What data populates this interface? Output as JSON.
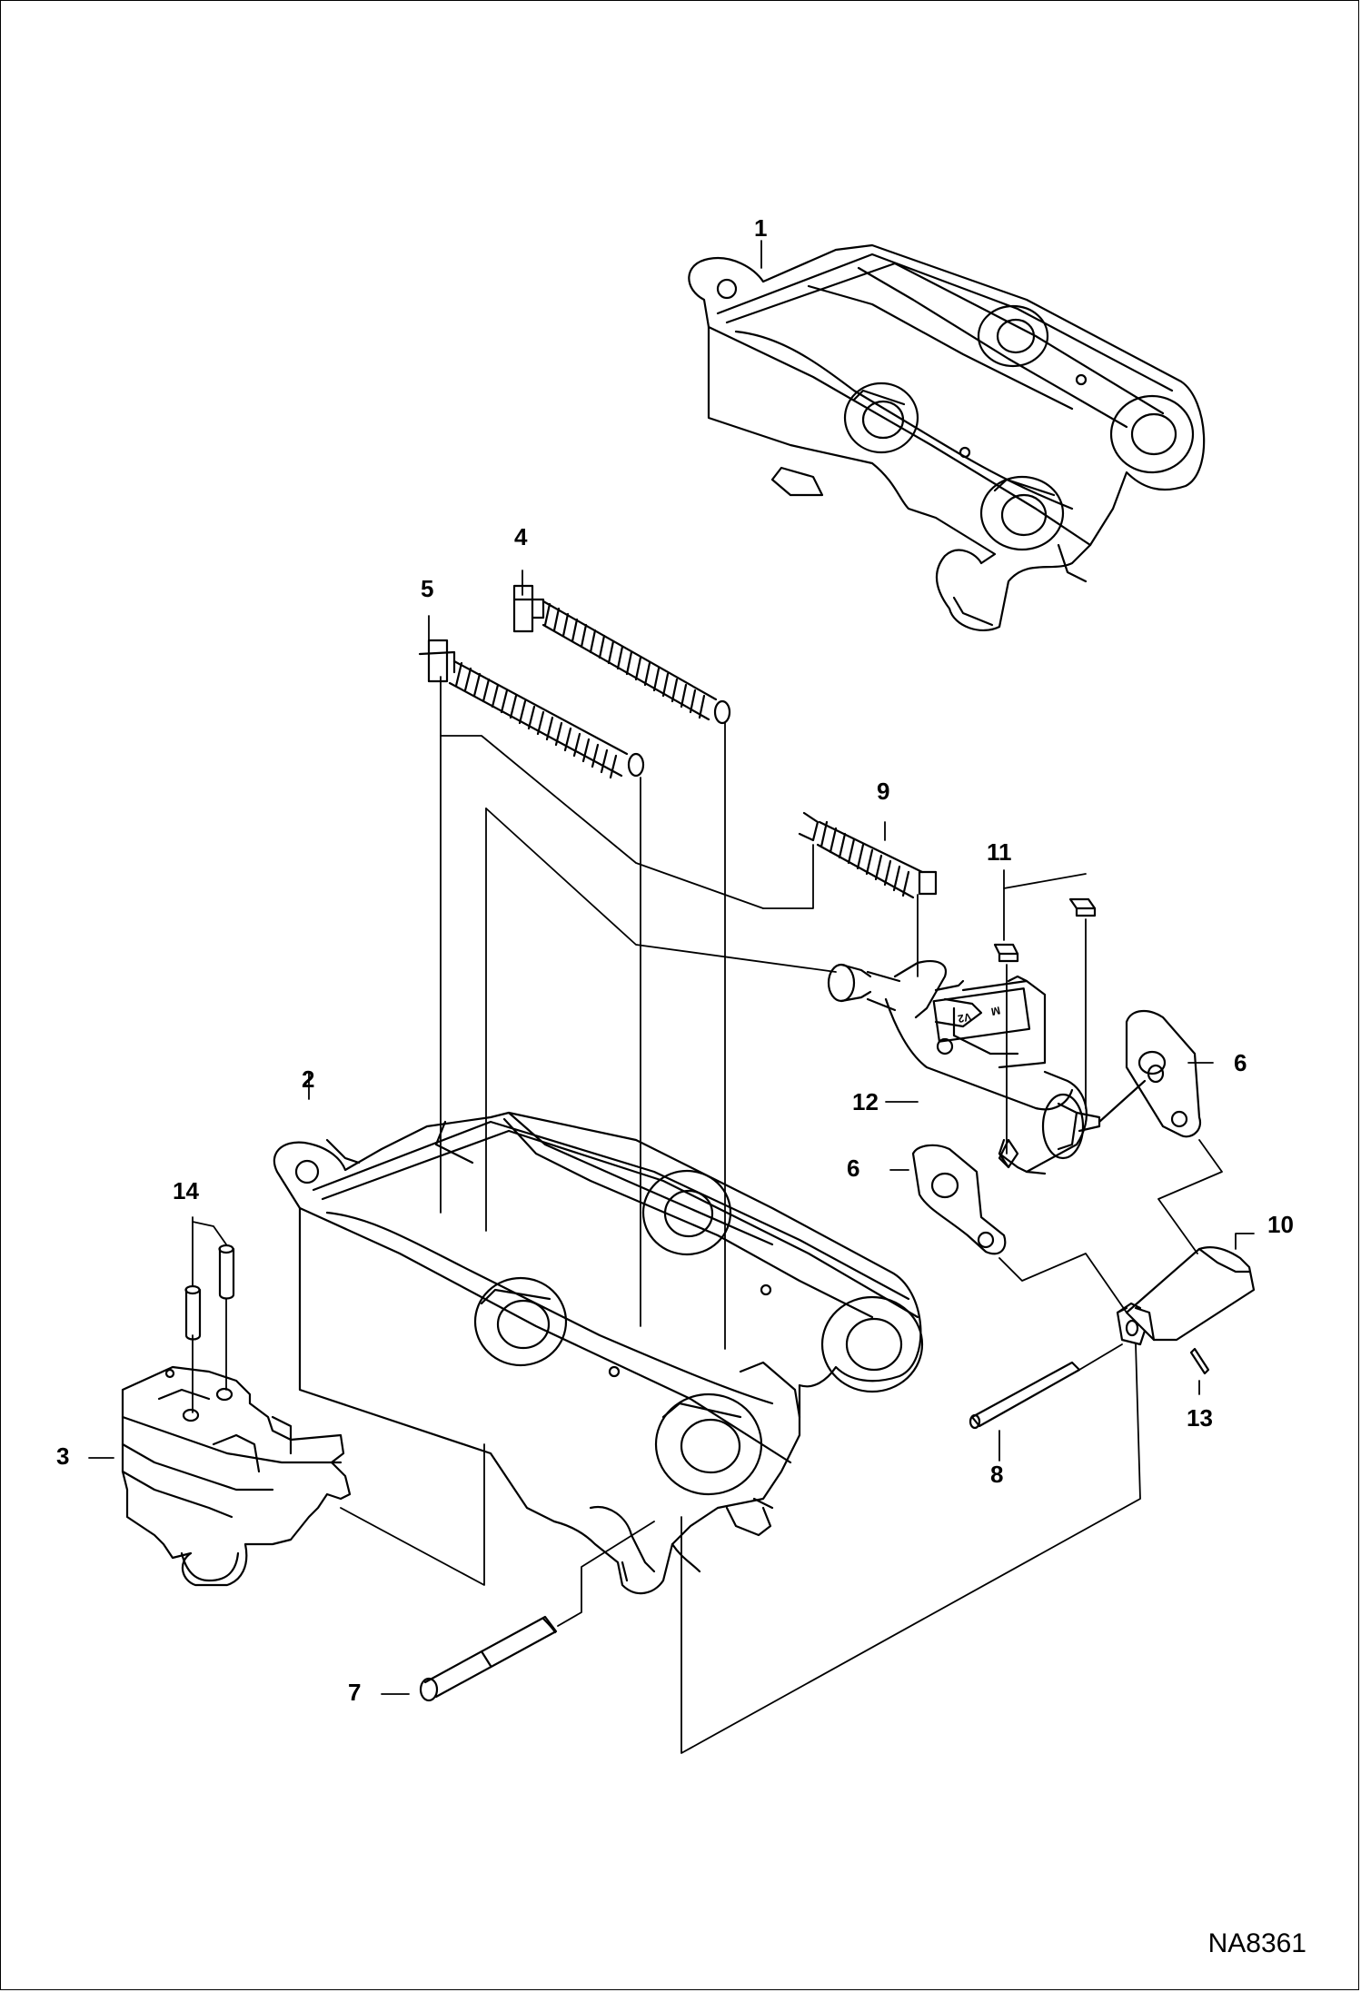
{
  "figure_id": "NA8361",
  "callouts": [
    {
      "id": "c1",
      "text": "1"
    },
    {
      "id": "c2",
      "text": "2"
    },
    {
      "id": "c3",
      "text": "3"
    },
    {
      "id": "c4",
      "text": "4"
    },
    {
      "id": "c5",
      "text": "5"
    },
    {
      "id": "c6a",
      "text": "6"
    },
    {
      "id": "c6b",
      "text": "6"
    },
    {
      "id": "c7",
      "text": "7"
    },
    {
      "id": "c8",
      "text": "8"
    },
    {
      "id": "c9",
      "text": "9"
    },
    {
      "id": "c10",
      "text": "10"
    },
    {
      "id": "c11",
      "text": "11"
    },
    {
      "id": "c12",
      "text": "12"
    },
    {
      "id": "c13",
      "text": "13"
    },
    {
      "id": "c14",
      "text": "14"
    }
  ],
  "cylinder_markings": {
    "left": "V2",
    "right": "M"
  }
}
